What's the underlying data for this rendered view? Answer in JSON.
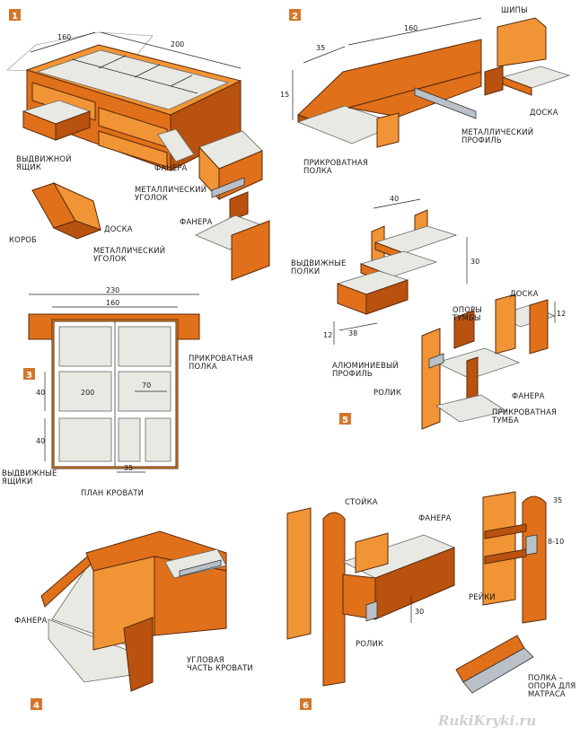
{
  "panels": {
    "p1": {
      "number": "1",
      "dim_w": "160",
      "dim_l": "200",
      "labels": {
        "drawer": "ВЫДВИЖНОЙ\nЯЩИК",
        "plywood": "ФАНЕРА",
        "metal_corner": "МЕТАЛЛИЧЕСКИЙ\nУГОЛОК",
        "plywood2": "ФАНЕРА",
        "box": "КОРОБ",
        "board": "ДОСКА",
        "metal_corner2": "МЕТАЛЛИЧЕСКИЙ\nУГОЛОК"
      }
    },
    "p2": {
      "number": "2",
      "dim_35": "35",
      "dim_160": "160",
      "dim_15": "15",
      "labels": {
        "tenons": "ШИПЫ",
        "board": "ДОСКА",
        "metal_profile": "МЕТАЛЛИЧЕСКИЙ\nПРОФИЛЬ",
        "bedside_shelf": "ПРИКРОВАТНАЯ\nПОЛКА"
      }
    },
    "p3": {
      "number": "3",
      "dim_230": "230",
      "dim_160": "160",
      "dim_200": "200",
      "dim_70": "70",
      "dim_40a": "40",
      "dim_40b": "40",
      "dim_35": "35",
      "labels": {
        "bedside_shelf": "ПРИКРОВАТНАЯ\nПОЛКА",
        "drawers": "ВЫДВИЖНЫЕ\nЯЩИКИ",
        "plan": "ПЛАН КРОВАТИ"
      }
    },
    "p4": {
      "number": "4",
      "labels": {
        "plywood": "ФАНЕРА",
        "corner": "УГЛОВАЯ\nЧАСТЬ КРОВАТИ"
      }
    },
    "p5": {
      "number": "5",
      "dim_40": "40",
      "dim_30": "30",
      "dim_38": "38",
      "dim_12a": "12",
      "dim_12b": "12",
      "labels": {
        "pullout_shelves": "ВЫДВИЖНЫЕ\nПОЛКИ",
        "nightstand_supports": "ОПОРЫ\nТУМБЫ",
        "board": "ДОСКА",
        "aluminium_profile": "АЛЮМИНИЕВЫЙ\nПРОФИЛЬ",
        "roller": "РОЛИК",
        "plywood": "ФАНЕРА",
        "nightstand": "ПРИКРОВАТНАЯ\nТУМБА"
      }
    },
    "p6": {
      "number": "6",
      "dim_35": "35",
      "dim_8_10": "8-10",
      "dim_30": "30",
      "labels": {
        "post": "СТОЙКА",
        "plywood": "ФАНЕРА",
        "slats": "РЕЙКИ",
        "roller": "РОЛИК",
        "mattress_shelf": "ПОЛКА –\nОПОРА ДЛЯ\nМАТРАСА"
      }
    }
  },
  "watermark": "RukiKryki.ru",
  "colors": {
    "wood": "#e0701a",
    "wood_dark": "#b9520f",
    "plywood": "#e9e9e4",
    "metal": "#b9c0c8",
    "badge": "#d4762a"
  }
}
